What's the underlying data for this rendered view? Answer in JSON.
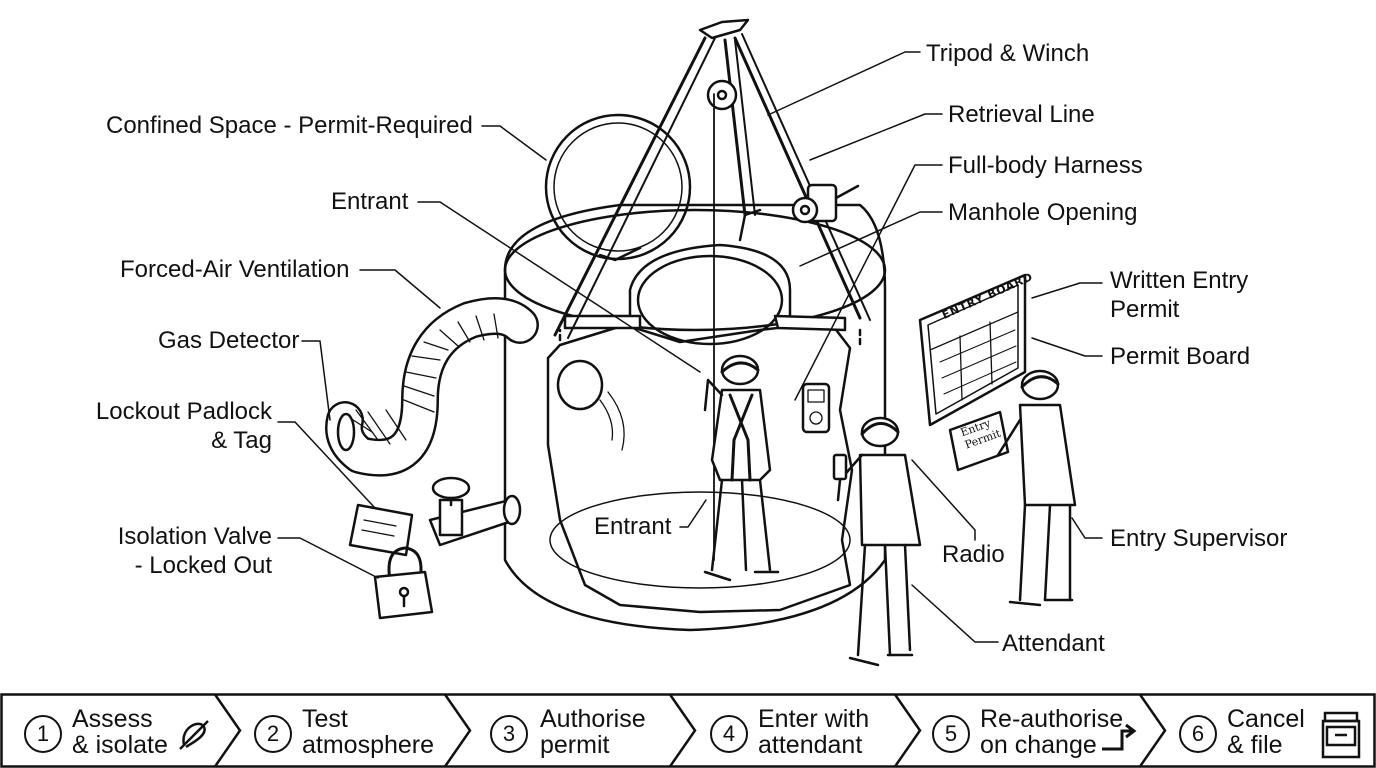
{
  "labels": {
    "confined_space": "Confined Space - Permit-Required",
    "entrant_upper": "Entrant",
    "ventilation": "Forced-Air Ventilation",
    "gas_detector": "Gas Detector",
    "lockout": "Lockout Padlock\n& Tag",
    "isolation_valve": "Isolation Valve\n- Locked Out",
    "entrant_lower": "Entrant",
    "tripod": "Tripod & Winch",
    "retrieval_line": "Retrieval Line",
    "harness": "Full-body Harness",
    "manhole": "Manhole Opening",
    "written_permit": "Written Entry\nPermit",
    "permit_board": "Permit Board",
    "radio": "Radio",
    "entry_supervisor": "Entry Supervisor",
    "attendant": "Attendant"
  },
  "board": {
    "title": "ENTRY BOARD",
    "paper": "Entry\nPermit"
  },
  "steps": [
    {
      "num": "1",
      "label": "Assess\n& isolate",
      "icon": "no-entry-icon"
    },
    {
      "num": "2",
      "label": "Test\natmosphere"
    },
    {
      "num": "3",
      "label": "Authorise\npermit"
    },
    {
      "num": "4",
      "label": "Enter with\nattendant"
    },
    {
      "num": "5",
      "label": "Re-authorise\non change",
      "icon": "return-arrow-icon"
    },
    {
      "num": "6",
      "label": "Cancel\n& file",
      "icon": "file-box-icon"
    }
  ]
}
